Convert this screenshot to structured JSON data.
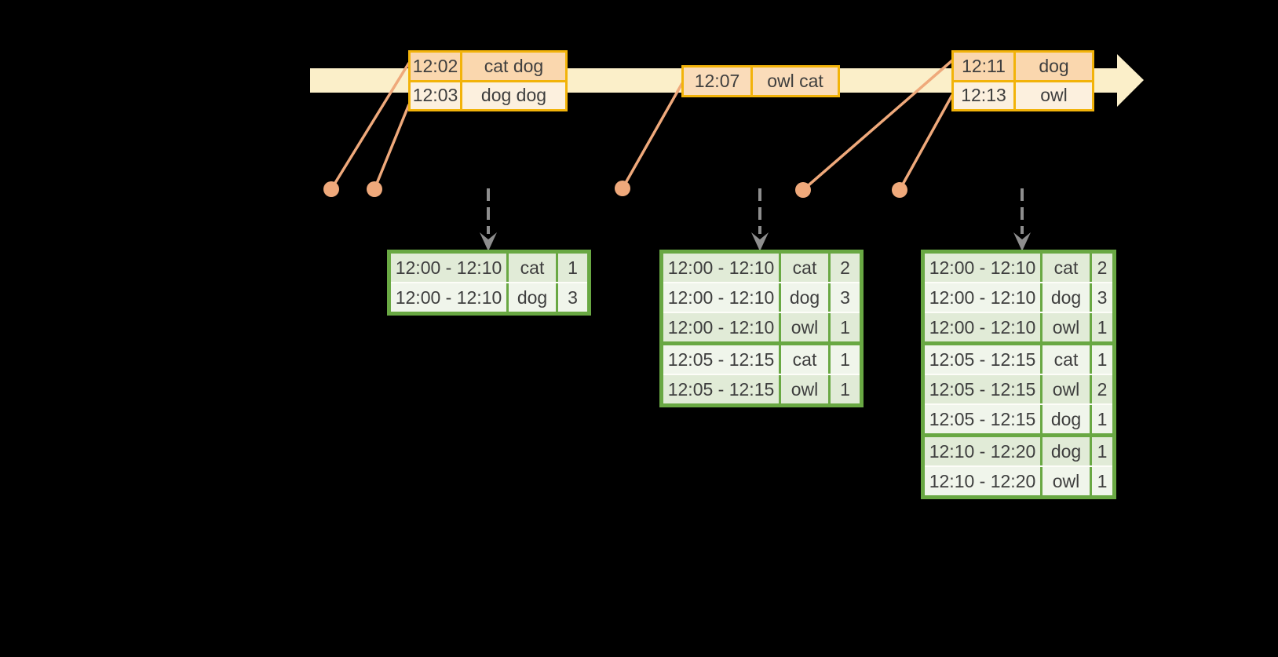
{
  "colors": {
    "band": "#FBEFC9",
    "event_border": "#F2B30A",
    "event_row_dark": "#FAD7AE",
    "event_row_light": "#FCF0DE",
    "event_row_mid": "#FADCBA",
    "connector": "#EFA97B",
    "arrow_gray": "#8E8E8E",
    "table_border": "#69A843",
    "table_row_dark": "#E1EBD7",
    "table_row_light": "#F0F5EB",
    "text": "#3E3E3E"
  },
  "event_boxes": [
    {
      "rows": [
        {
          "time": "12:02",
          "words": "cat dog"
        },
        {
          "time": "12:03",
          "words": "dog dog"
        }
      ]
    },
    {
      "rows": [
        {
          "time": "12:07",
          "words": "owl cat"
        }
      ]
    },
    {
      "rows": [
        {
          "time": "12:11",
          "words": "dog"
        },
        {
          "time": "12:13",
          "words": "owl"
        }
      ]
    }
  ],
  "result_tables": [
    {
      "group_breaks": [],
      "rows": [
        {
          "window": "12:00 - 12:10",
          "word": "cat",
          "count": "1"
        },
        {
          "window": "12:00 - 12:10",
          "word": "dog",
          "count": "3"
        }
      ]
    },
    {
      "group_breaks": [
        3
      ],
      "rows": [
        {
          "window": "12:00 - 12:10",
          "word": "cat",
          "count": "2"
        },
        {
          "window": "12:00 - 12:10",
          "word": "dog",
          "count": "3"
        },
        {
          "window": "12:00 - 12:10",
          "word": "owl",
          "count": "1"
        },
        {
          "window": "12:05 - 12:15",
          "word": "cat",
          "count": "1"
        },
        {
          "window": "12:05 - 12:15",
          "word": "owl",
          "count": "1"
        }
      ]
    },
    {
      "group_breaks": [
        3,
        6
      ],
      "rows": [
        {
          "window": "12:00 - 12:10",
          "word": "cat",
          "count": "2"
        },
        {
          "window": "12:00 - 12:10",
          "word": "dog",
          "count": "3"
        },
        {
          "window": "12:00 - 12:10",
          "word": "owl",
          "count": "1"
        },
        {
          "window": "12:05 - 12:15",
          "word": "cat",
          "count": "1"
        },
        {
          "window": "12:05 - 12:15",
          "word": "owl",
          "count": "2"
        },
        {
          "window": "12:05 - 12:15",
          "word": "dog",
          "count": "1"
        },
        {
          "window": "12:10 - 12:20",
          "word": "dog",
          "count": "1"
        },
        {
          "window": "12:10 - 12:20",
          "word": "owl",
          "count": "1"
        }
      ]
    }
  ]
}
